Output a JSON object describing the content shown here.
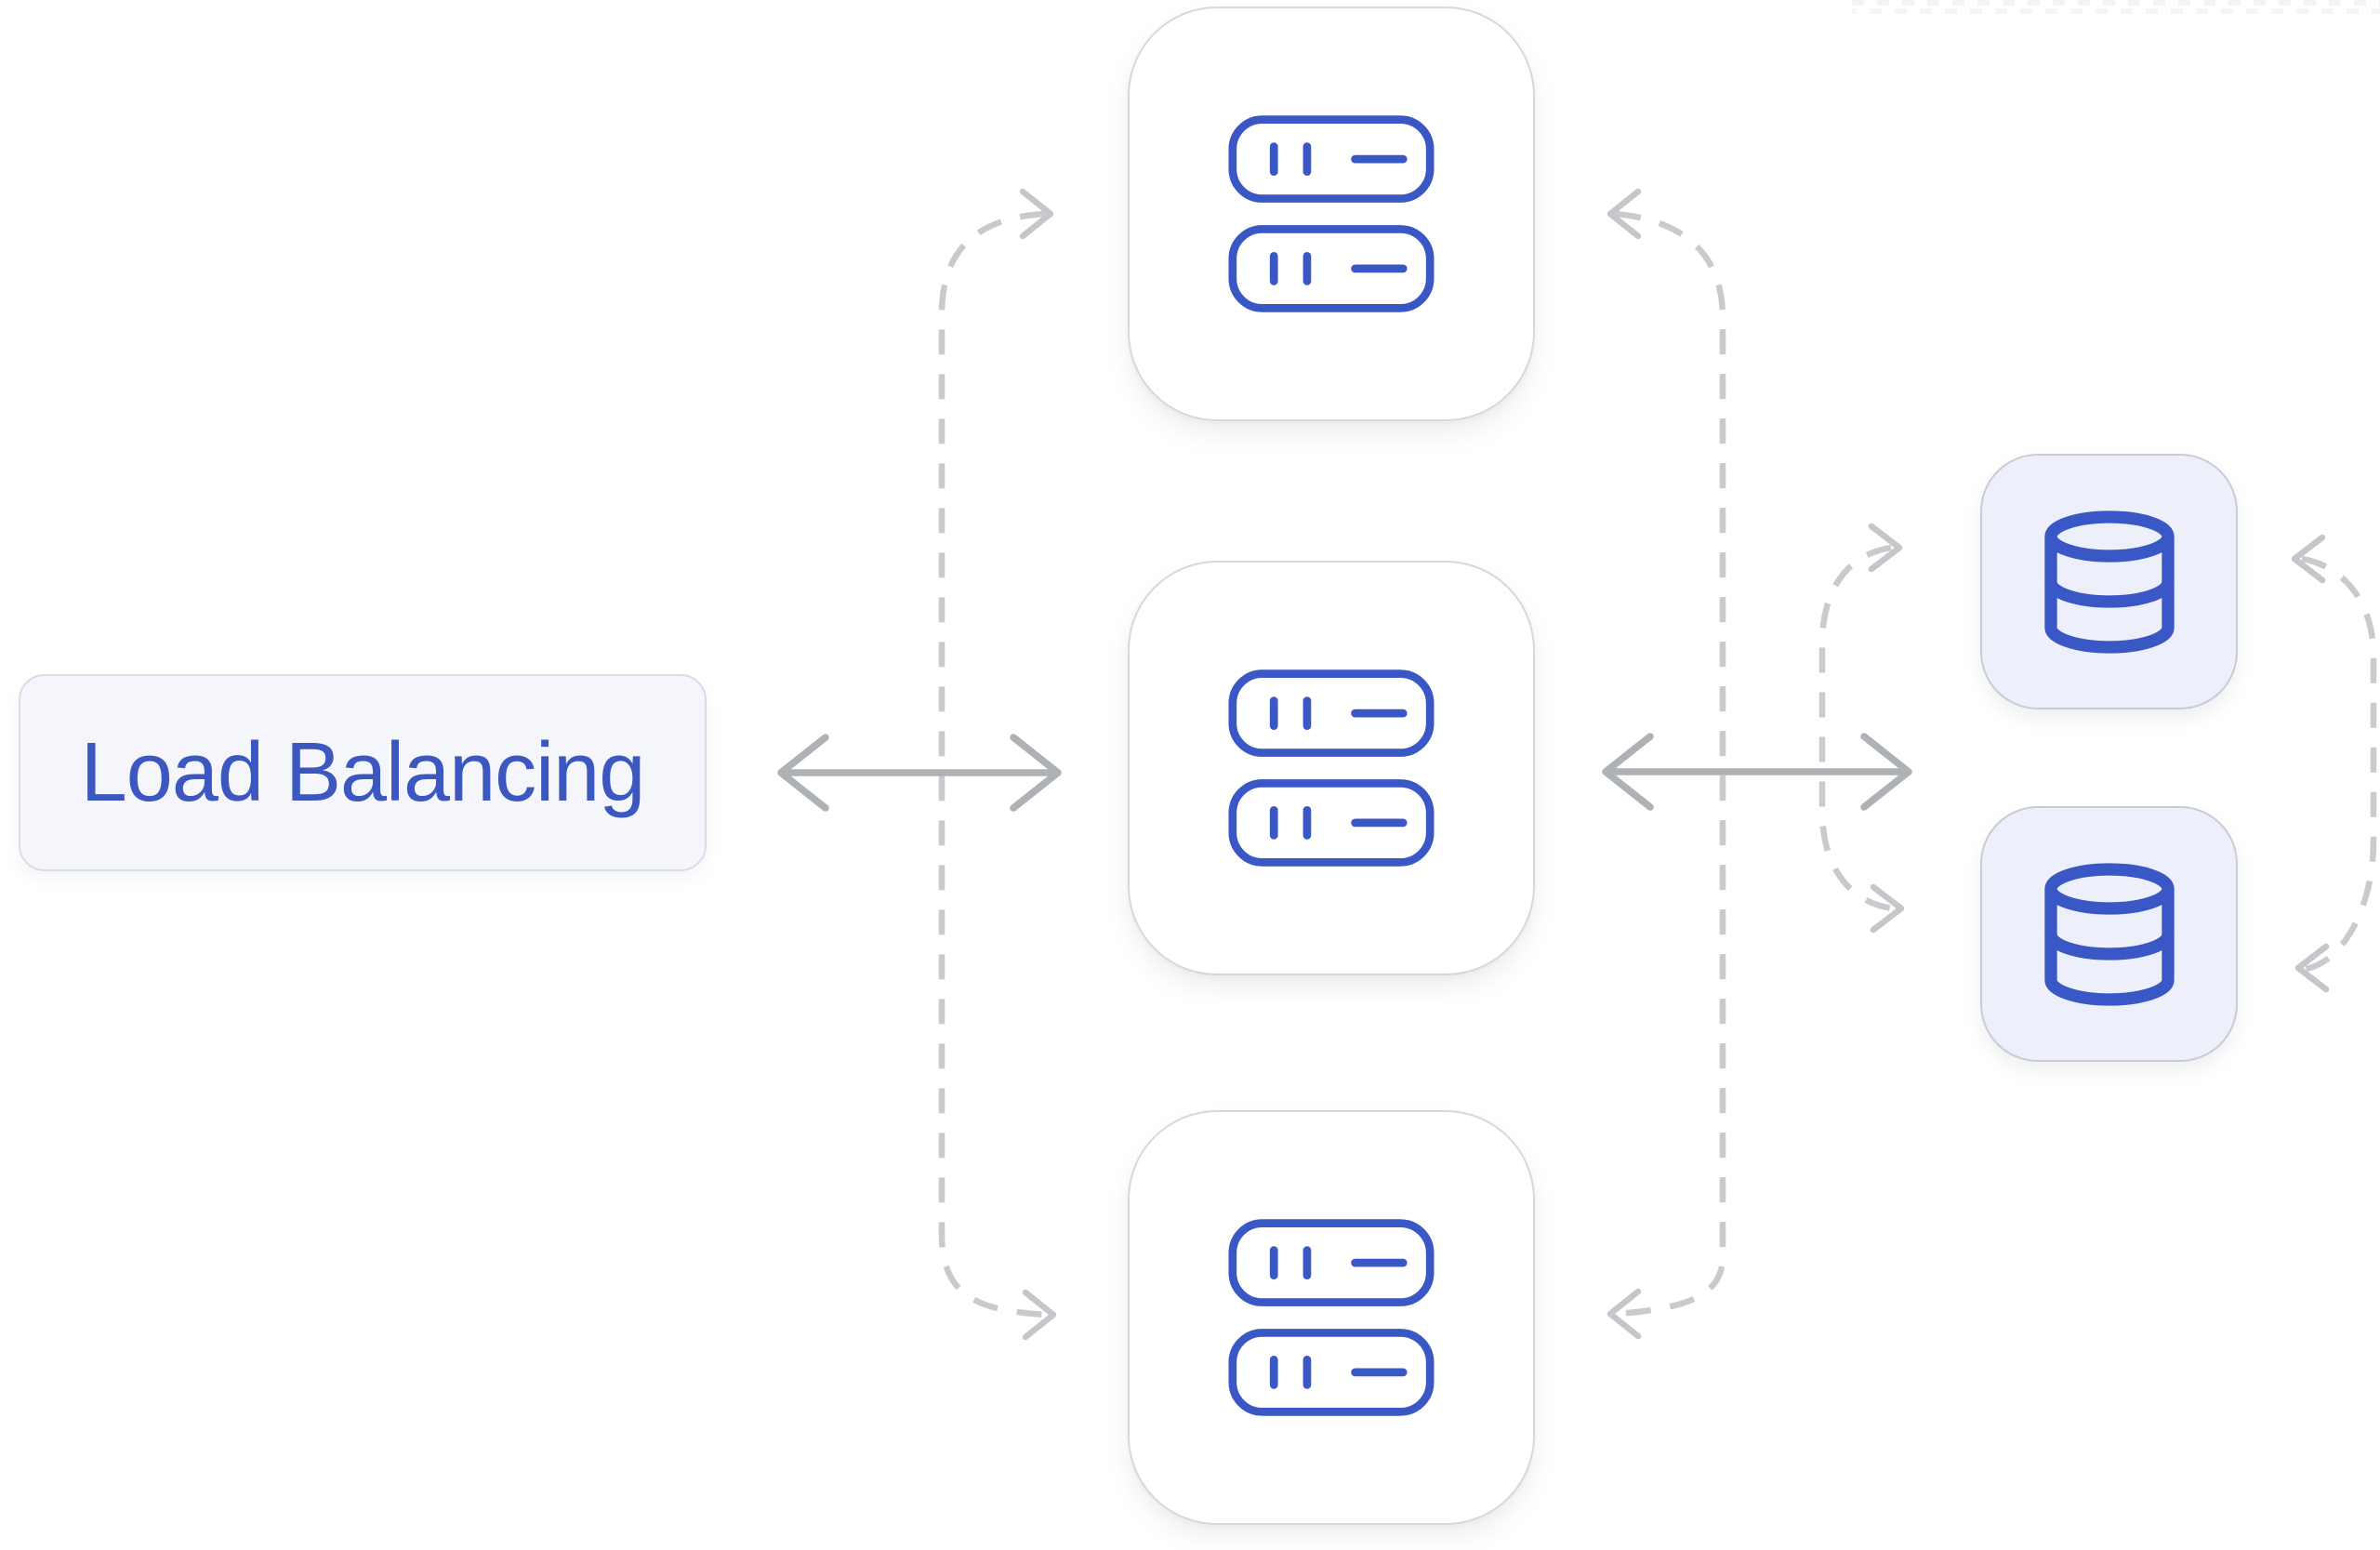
{
  "diagram": {
    "nodes": {
      "load_balancer": {
        "label": "Load Balancing",
        "type": "load-balancer"
      },
      "app_servers": [
        {
          "icon": "server-icon"
        },
        {
          "icon": "server-icon"
        },
        {
          "icon": "server-icon"
        }
      ],
      "databases": [
        {
          "icon": "database-icon"
        },
        {
          "icon": "database-icon"
        }
      ]
    },
    "connections": [
      {
        "from": "load-balancer",
        "to": "server-2",
        "style": "solid",
        "bidirectional": true
      },
      {
        "from": "load-balancer-trunk",
        "to": "server-1",
        "style": "dashed",
        "arrow": "into-server"
      },
      {
        "from": "load-balancer-trunk",
        "to": "server-3",
        "style": "dashed",
        "arrow": "into-server"
      },
      {
        "from": "server-2",
        "to": "database-tier",
        "style": "solid",
        "bidirectional": true
      },
      {
        "from": "return-trunk",
        "to": "server-1",
        "style": "dashed",
        "arrow": "into-server"
      },
      {
        "from": "return-trunk",
        "to": "server-3",
        "style": "dashed",
        "arrow": "into-server"
      },
      {
        "from": "database-trunk",
        "to": "database-1",
        "style": "dashed",
        "arrow": "into-database"
      },
      {
        "from": "database-trunk",
        "to": "database-2",
        "style": "dashed",
        "arrow": "into-database"
      },
      {
        "from": "far-right-return-trunk",
        "to": "database-1",
        "style": "dashed",
        "arrow": "into-database"
      },
      {
        "from": "far-right-return-trunk",
        "to": "database-2",
        "style": "dashed",
        "arrow": "into-database"
      }
    ],
    "colors": {
      "accent_blue": "#3a57c6",
      "label_blue": "#3d57c1",
      "solid_arrow": "#aeb1b5",
      "dashed_arrow": "#c8cacd",
      "lb_box_bg": "#f4f6fb",
      "lb_box_border": "#d9dce4",
      "server_box_bg": "#ffffff",
      "server_box_border": "#d6d8dc",
      "db_box_bg": "#edf0fa",
      "db_box_border": "#c9ccd5",
      "page_bg": "#ffffff"
    }
  }
}
